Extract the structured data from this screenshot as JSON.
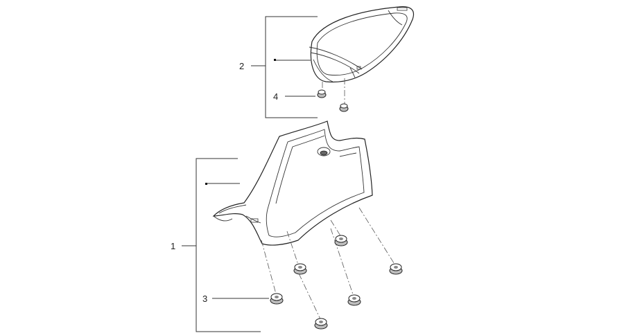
{
  "callouts": {
    "rear_seat": "2",
    "rear_seat_grommet": "4",
    "front_seat": "1",
    "front_seat_grommet": "3"
  },
  "colors": {
    "line": "#333333",
    "grommet_fill": "#bdbdbd"
  }
}
